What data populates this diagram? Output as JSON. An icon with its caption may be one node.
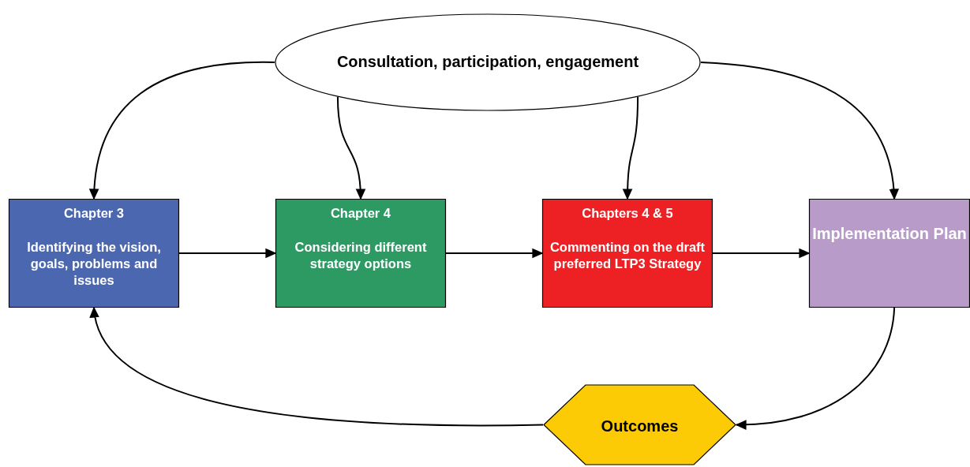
{
  "diagram": {
    "nodes": [
      {
        "text": [
          "Consultation, participation, engagement"
        ]
      },
      {
        "text": [
          "Chapter 3",
          "Identifying the vision, goals, problems and issues"
        ]
      },
      {
        "text": [
          "Chapter 4",
          "Considering different strategy options"
        ]
      },
      {
        "text": [
          "Chapters 4 & 5",
          "Commenting on the draft preferred LTP3 Strategy"
        ]
      },
      {
        "text": [
          "Implementation Plan"
        ]
      },
      {
        "text": [
          "Outcomes"
        ]
      }
    ],
    "edges": [
      {
        "from": 0,
        "to": 1,
        "arrow": "to"
      },
      {
        "from": 0,
        "to": 2,
        "arrow": "to"
      },
      {
        "from": 0,
        "to": 3,
        "arrow": "to"
      },
      {
        "from": 0,
        "to": 4,
        "arrow": "to"
      },
      {
        "from": 1,
        "to": 2,
        "arrow": "to"
      },
      {
        "from": 2,
        "to": 3,
        "arrow": "to"
      },
      {
        "from": 3,
        "to": 4,
        "arrow": "to"
      },
      {
        "from": 4,
        "to": 5,
        "arrow": "to"
      },
      {
        "from": 5,
        "to": 1,
        "arrow": "to"
      }
    ]
  }
}
